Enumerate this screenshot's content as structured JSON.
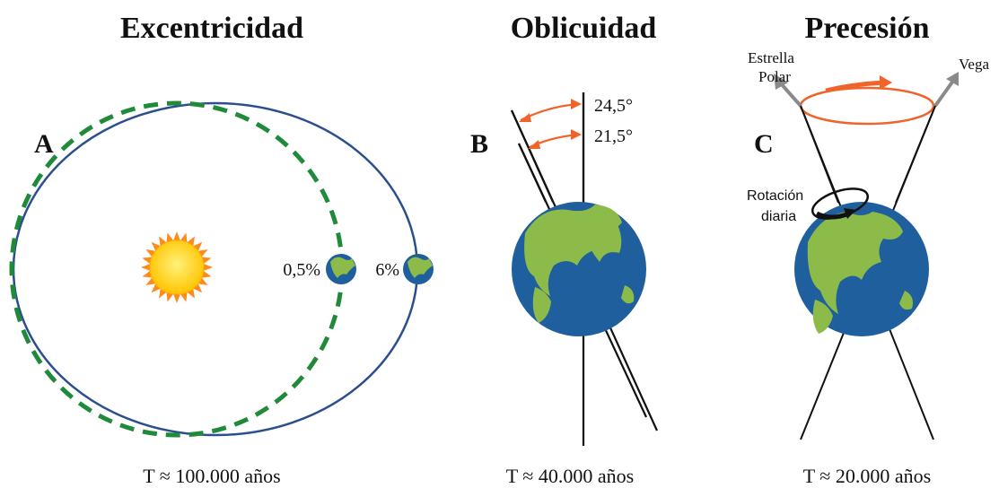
{
  "panels": {
    "a": {
      "title": "Excentricidad",
      "letter": "A",
      "label_small": "0,5%",
      "label_large": "6%",
      "period": "T ≈ 100.000 años"
    },
    "b": {
      "title": "Oblicuidad",
      "letter": "B",
      "angle_max": "24,5°",
      "angle_min": "21,5°",
      "period": "T ≈ 40.000 años"
    },
    "c": {
      "title": "Precesión",
      "letter": "C",
      "star_polar_line1": "Estrella",
      "star_polar_line2": "Polar",
      "star_vega": "Vega",
      "rotation_line1": "Rotación",
      "rotation_line2": "diaria",
      "period": "T ≈ 20.000 años"
    }
  },
  "colors": {
    "orbit_solid": "#2b4f8e",
    "orbit_dashed": "#1f8a3a",
    "arrow_orange": "#f0632a",
    "arrow_gray": "#8a8a8a",
    "ocean": "#1f5f9e",
    "land": "#8dbb4a",
    "sun": "#ffd21f",
    "sun_rays": "#ff8a1c"
  },
  "icons": [
    "sun-icon",
    "earth-icon"
  ]
}
